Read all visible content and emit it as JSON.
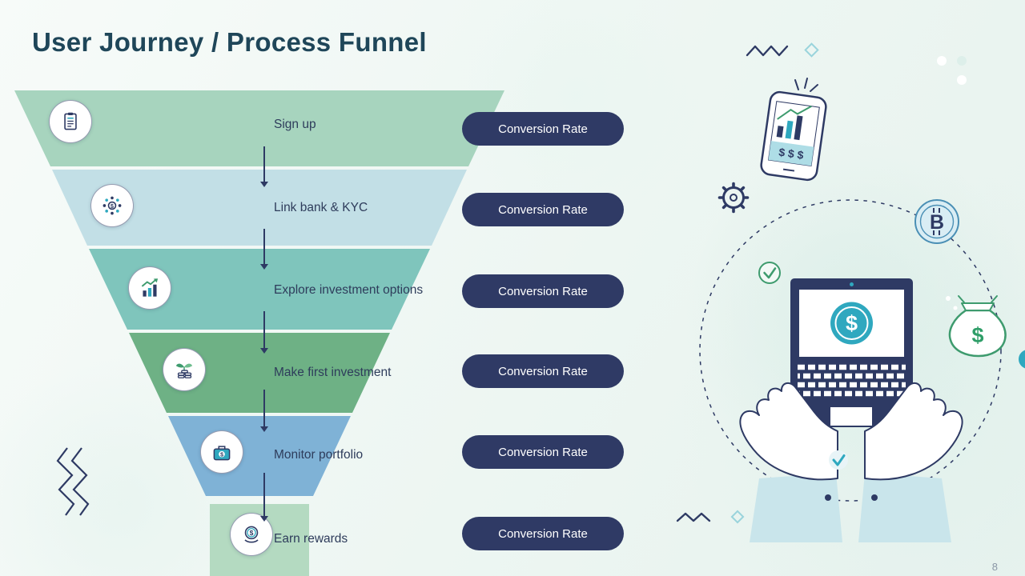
{
  "slide": {
    "title": "User Journey / Process Funnel",
    "page_number": "8"
  },
  "funnel": {
    "steps": [
      {
        "label": "Sign up",
        "cta": "Conversion Rate",
        "color": "#A7D4BE",
        "icon": "signup-form-icon"
      },
      {
        "label": "Link bank & KYC",
        "cta": "Conversion Rate",
        "color": "#C2DFE6",
        "icon": "bank-network-icon"
      },
      {
        "label": "Explore investment options",
        "cta": "Conversion Rate",
        "color": "#7FC5BC",
        "icon": "growth-chart-icon"
      },
      {
        "label": "Make first investment",
        "cta": "Conversion Rate",
        "color": "#6EB185",
        "icon": "coins-sprout-icon"
      },
      {
        "label": "Monitor portfolio",
        "cta": "Conversion Rate",
        "color": "#7FB2D6",
        "icon": "briefcase-icon"
      },
      {
        "label": "Earn rewards",
        "cta": "Conversion Rate",
        "color": "#B4DAC1",
        "icon": "reward-coin-icon"
      }
    ]
  },
  "illustration": {
    "laptop_dollar": "$",
    "bitcoin_letter": "B",
    "phone_dollars": "$ $ $",
    "moneybag_dollar": "$"
  },
  "misc": {
    "dollar": "$"
  },
  "colors": {
    "navy": "#2E3A64",
    "teal": "#2FA8BF",
    "green": "#3E9B6E",
    "pill": "#2F3A65",
    "title": "#1F4659"
  }
}
